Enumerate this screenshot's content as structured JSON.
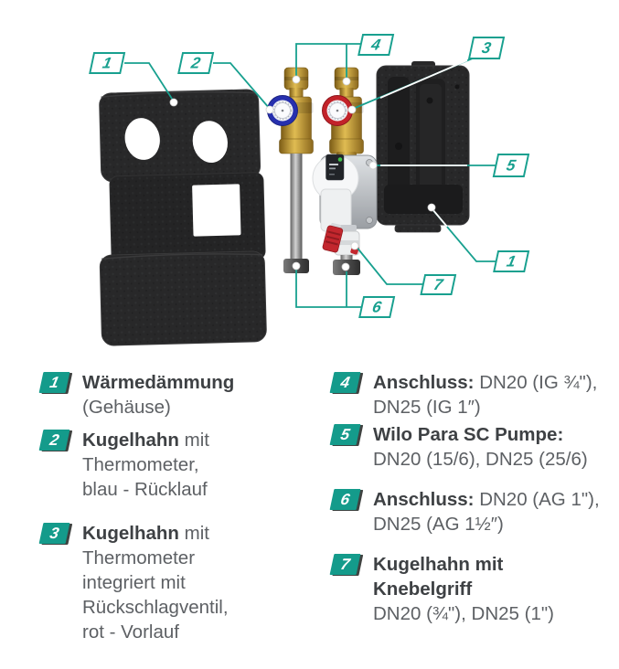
{
  "colors": {
    "accent_teal": "#18a08f",
    "housing_dark": "#282829",
    "thermometer_blue": "#2730ae",
    "thermometer_red": "#c2232a",
    "valve_brass": "#c9a23a",
    "handle_red": "#c3272e"
  },
  "diagram": {
    "callouts": {
      "front_cover": "1",
      "return_thermometer_valve": "2",
      "flow_thermometer_valve": "3",
      "top_connections": "4",
      "pump": "5",
      "back_cover": "1",
      "toggle_valve": "7",
      "bottom_connections": "6"
    }
  },
  "legend": {
    "items": [
      {
        "number": "1",
        "bold": "Wärmedämmung",
        "regular": "\n(Gehäuse)"
      },
      {
        "number": "2",
        "bold": "Kugelhahn",
        "regular": " mit\nThermometer,\nblau - Rücklauf"
      },
      {
        "number": "3",
        "bold": "Kugelhahn",
        "regular": " mit\nThermometer\nintegriert mit\nRückschlagventil,\nrot - Vorlauf"
      },
      {
        "number": "4",
        "bold": "Anschluss:",
        "regular": " DN20 (IG ¾\"),\nDN25 (IG 1″)"
      },
      {
        "number": "5",
        "bold": "Wilo Para SC Pumpe:",
        "regular": "\nDN20 (15/6), DN25 (25/6)"
      },
      {
        "number": "6",
        "bold": "Anschluss:",
        "regular": " DN20 (AG 1\"),\nDN25 (AG 1½″)"
      },
      {
        "number": "7",
        "bold": "Kugelhahn mit\nKnebelgriff",
        "regular": "\nDN20 (¾\"), DN25 (1\")"
      }
    ]
  }
}
